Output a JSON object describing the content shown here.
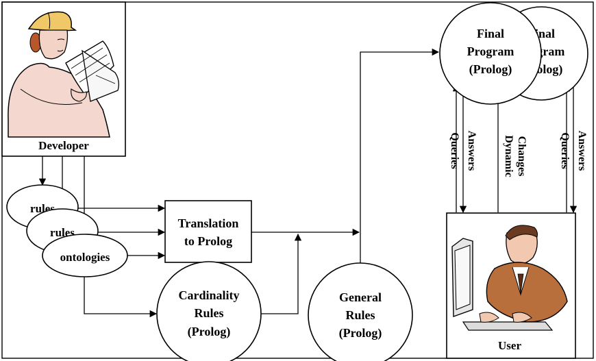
{
  "nodes": {
    "developer": "Developer",
    "rules_1": "rules",
    "rules_2": "rules",
    "ontologies": "ontologies",
    "translation": [
      "Translation",
      "to Prolog"
    ],
    "cardinality": [
      "Cardinality",
      "Rules",
      "(Prolog)"
    ],
    "general": [
      "General",
      "Rules",
      "(Prolog)"
    ],
    "final_front": [
      "Final",
      "Program",
      "(Prolog)"
    ],
    "final_back": [
      "Final",
      "Program",
      "(Prolog)"
    ],
    "user": "User"
  },
  "edges": {
    "queries_1": "Queries",
    "answers_1": "Answers",
    "dynamic": [
      "Dynamic",
      "Changes"
    ],
    "queries_2": "Queries",
    "answers_2": "Answers"
  },
  "icons": {
    "developer": "developer-with-blueprints-icon",
    "user": "user-at-computer-icon"
  }
}
